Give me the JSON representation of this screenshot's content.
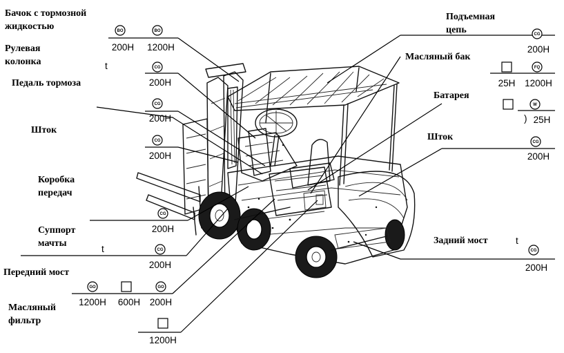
{
  "labels": {
    "brake_fluid_tank": "Бачок с тормозной\nжидкостью",
    "steering_column": "Рулевая\nколонка",
    "brake_pedal": "Педаль тормоза",
    "rod_left": "Шток",
    "gearbox": "Коробка\nпередач",
    "mast_support": "Суппорт\nмачты",
    "front_axle": "Передний мост",
    "oil_filter": "Масляный\nфильтр",
    "lift_chain": "Подъемная\nцепь",
    "oil_tank": "Масляный бак",
    "battery": "Батарея",
    "rod_right": "Шток",
    "rear_axle": "Задний мост"
  },
  "intervals": {
    "brake_fluid_tank": [
      "200H",
      "1200H"
    ],
    "steering_column": [
      "200H"
    ],
    "brake_pedal": [
      "200H"
    ],
    "rod_left": [
      "200H"
    ],
    "gearbox": [
      "200H"
    ],
    "mast_support": [
      "200H"
    ],
    "front_axle": [
      "1200H",
      "600H",
      "200H"
    ],
    "oil_filter": [
      "1200H"
    ],
    "lift_chain": [
      "200H"
    ],
    "oil_tank": [
      "25H",
      "1200H"
    ],
    "battery": [
      "25H"
    ],
    "rod_right": [
      "200H"
    ],
    "rear_axle": [
      "200H"
    ]
  },
  "symbols": {
    "brake_fluid_tank": [
      "BO",
      "BO"
    ],
    "steering_column": [
      "CG"
    ],
    "brake_pedal": [
      "CG"
    ],
    "rod_left": [
      "CG"
    ],
    "gearbox": [
      "CG"
    ],
    "mast_support": [
      "CG"
    ],
    "front_axle": [
      "GO",
      "square",
      "GO"
    ],
    "oil_filter": [
      "square"
    ],
    "lift_chain": [
      "CG"
    ],
    "oil_tank": [
      "square",
      "FQ"
    ],
    "battery": [
      "square",
      "W"
    ],
    "rod_right": [
      "CG"
    ],
    "rear_axle": [
      "CG"
    ]
  },
  "fragments": {
    "arrow_small": "t",
    "arrow_rear": "t",
    "paren": ")"
  },
  "colors": {
    "ink": "#000000",
    "paper": "#ffffff"
  }
}
